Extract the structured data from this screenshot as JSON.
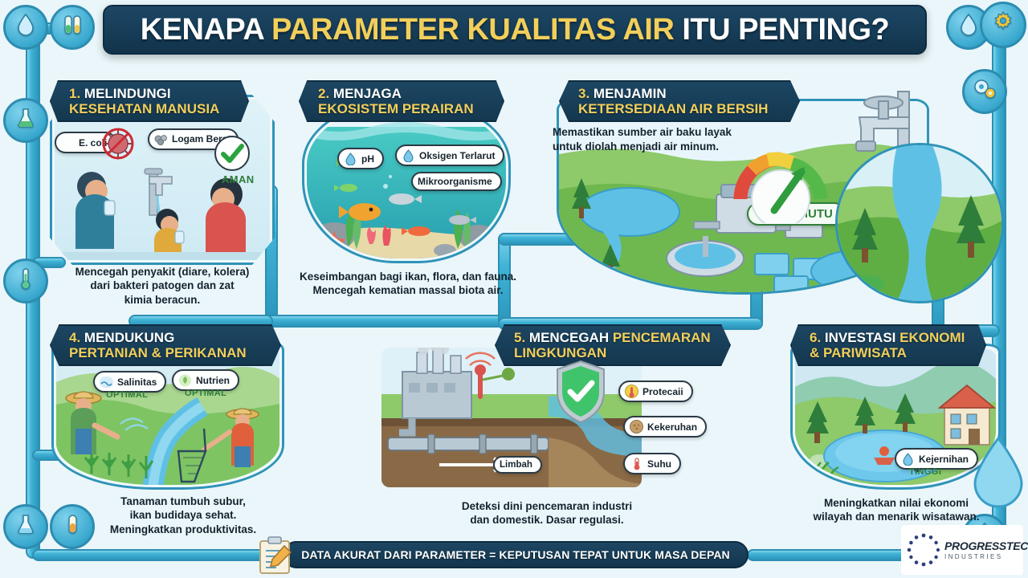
{
  "header": {
    "title_parts": [
      {
        "text": "KENAPA ",
        "color": "white"
      },
      {
        "text": "PARAMETER KUALITAS AIR ",
        "color": "yellow"
      },
      {
        "text": "ITU PENTING?",
        "color": "white"
      }
    ],
    "title_plain": "KENAPA PARAMETER KUALITAS AIR ITU PENTING?"
  },
  "colors": {
    "navy": "#1d4663",
    "yellow": "#f2cf5b",
    "page_bg": "#eaf6fa",
    "pipe_blue": "#3fb3d6",
    "green": "#2f7d3a",
    "card_bg": "#eff9fc"
  },
  "cards": [
    {
      "num": "1.",
      "title_line1": "MELINDUNGI",
      "title_line2": "KESEHATAN MANUSIA",
      "caption": "Mencegah penyakit (diare, kolera)\ndari bakteri patogen dan zat\nkimia beracun.",
      "badges": [
        {
          "label": "E. coli",
          "icon": "virus-icon"
        },
        {
          "label": "Logam Berat",
          "icon": "heavy-metal-icon"
        }
      ],
      "status": "AMAN",
      "scene": "family-drinking-tap-water"
    },
    {
      "num": "2.",
      "title_line1": "MENJAGA",
      "title_line2": "EKOSISTEM PERAIRAN",
      "caption": "Keseimbangan bagi ikan, flora, dan fauna.\nMencegah kematian massal biota air.",
      "badges": [
        {
          "label": "pH",
          "icon": "water-drop-icon"
        },
        {
          "label": "Oksigen Terlarut",
          "icon": "water-drop-icon"
        },
        {
          "label": "Mikroorganisme",
          "icon": "none"
        }
      ],
      "scene": "aquarium-fish-coral"
    },
    {
      "num": "3.",
      "title_line1": "MENJAMIN",
      "title_line2": "KETERSEDIAAN AIR BERSIH",
      "caption": "Memastikan sumber air baku layak\nuntuk diolah menjadi air minum.",
      "gauge_label": "BAKU MUTU",
      "scene": "water-treatment-plant-and-tap"
    },
    {
      "num": "4.",
      "title_line1": "MENDUKUNG",
      "title_line2": "PERTANIAN & PERIKANAN",
      "caption": "Tanaman tumbuh subur,\nikan budidaya sehat.\nMeningkatkan produktivitas.",
      "badges": [
        {
          "label": "Salinitas",
          "icon": "salinity-icon",
          "sub": "OPTIMAL"
        },
        {
          "label": "Nutrien",
          "icon": "nutrient-icon",
          "sub": "OPTIMAL"
        }
      ],
      "scene": "farmer-irrigation-and-fisherman"
    },
    {
      "num": "5.",
      "title_line1": "MENCEGAH PENCEMARAN",
      "title_line2": "LINGKUNGAN",
      "caption": "Deteksi dini pencemaran industri\ndan domestik. Dasar regulasi.",
      "badges": [
        {
          "label": "Protecaii",
          "icon": "thermometer-icon"
        },
        {
          "label": "Kekeruhan",
          "icon": "turbidity-icon"
        },
        {
          "label": "Suhu",
          "icon": "thermometer-icon"
        }
      ],
      "pipe_label": "Limbah",
      "scene": "factory-waste-pipe-sensor"
    },
    {
      "num": "6.",
      "title_line1": "INVESTASI EKONOMI",
      "title_line2": "& PARIWISATA",
      "caption": "Meningkatkan nilai ekonomi\nwilayah dan menarik wisatawan.",
      "badges": [
        {
          "label": "Kejernihan",
          "icon": "water-drop-icon",
          "sub": "TINGGI"
        }
      ],
      "scene": "lake-resort-boating"
    }
  ],
  "footer": {
    "banner_text": "DATA AKURAT DARI PARAMETER = KEPUTUSAN TEPAT UNTUK MASA DEPAN",
    "clipboard_icon": "clipboard-pencil-icon"
  },
  "logo": {
    "name": "PROGRESSTECH",
    "tagline": "INDUSTRIES"
  },
  "decor_nodes": [
    {
      "icon": "water-drop-icon",
      "glyph": "💧",
      "pos": "top-left"
    },
    {
      "icon": "test-tubes-icon",
      "glyph": "🧪",
      "pos": "top-left-2"
    },
    {
      "icon": "flask-icon",
      "glyph": "⚗",
      "pos": "mid-left"
    },
    {
      "icon": "thermometer-icon",
      "glyph": "🌡",
      "pos": "low-left"
    },
    {
      "icon": "flask-icon",
      "glyph": "⚗",
      "pos": "bottom-left"
    },
    {
      "icon": "test-tube-icon",
      "glyph": "🧪",
      "pos": "bottom-left-2"
    },
    {
      "icon": "water-drop-icon",
      "glyph": "💧",
      "pos": "top-right"
    },
    {
      "icon": "gear-icon",
      "glyph": "⚙",
      "pos": "top-right-2"
    },
    {
      "icon": "gears-icon",
      "glyph": "⚙",
      "pos": "mid-right"
    },
    {
      "icon": "water-drop-icon",
      "glyph": "💧",
      "pos": "bottom-right"
    }
  ]
}
